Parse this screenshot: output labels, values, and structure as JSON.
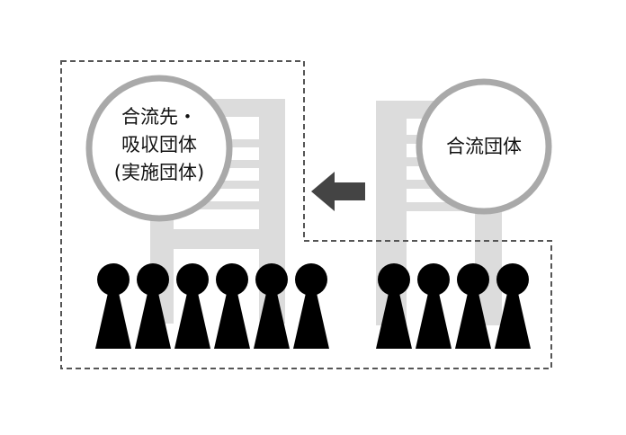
{
  "diagram": {
    "merge_destination_label": [
      "合流先・",
      "吸収団体",
      "(実施団体)"
    ],
    "merging_label": "合流団体",
    "colors": {
      "background": "#ffffff",
      "building": "#dcdcdc",
      "circle_stroke": "#a9a9a9",
      "circle_fill": "#ffffff",
      "dashed_border": "#555555",
      "arrow": "#444444",
      "figure": "#000000",
      "text": "#111111"
    },
    "left_group_figure_count": 6,
    "right_group_figure_count": 4,
    "arrow_direction": "right-to-left"
  }
}
